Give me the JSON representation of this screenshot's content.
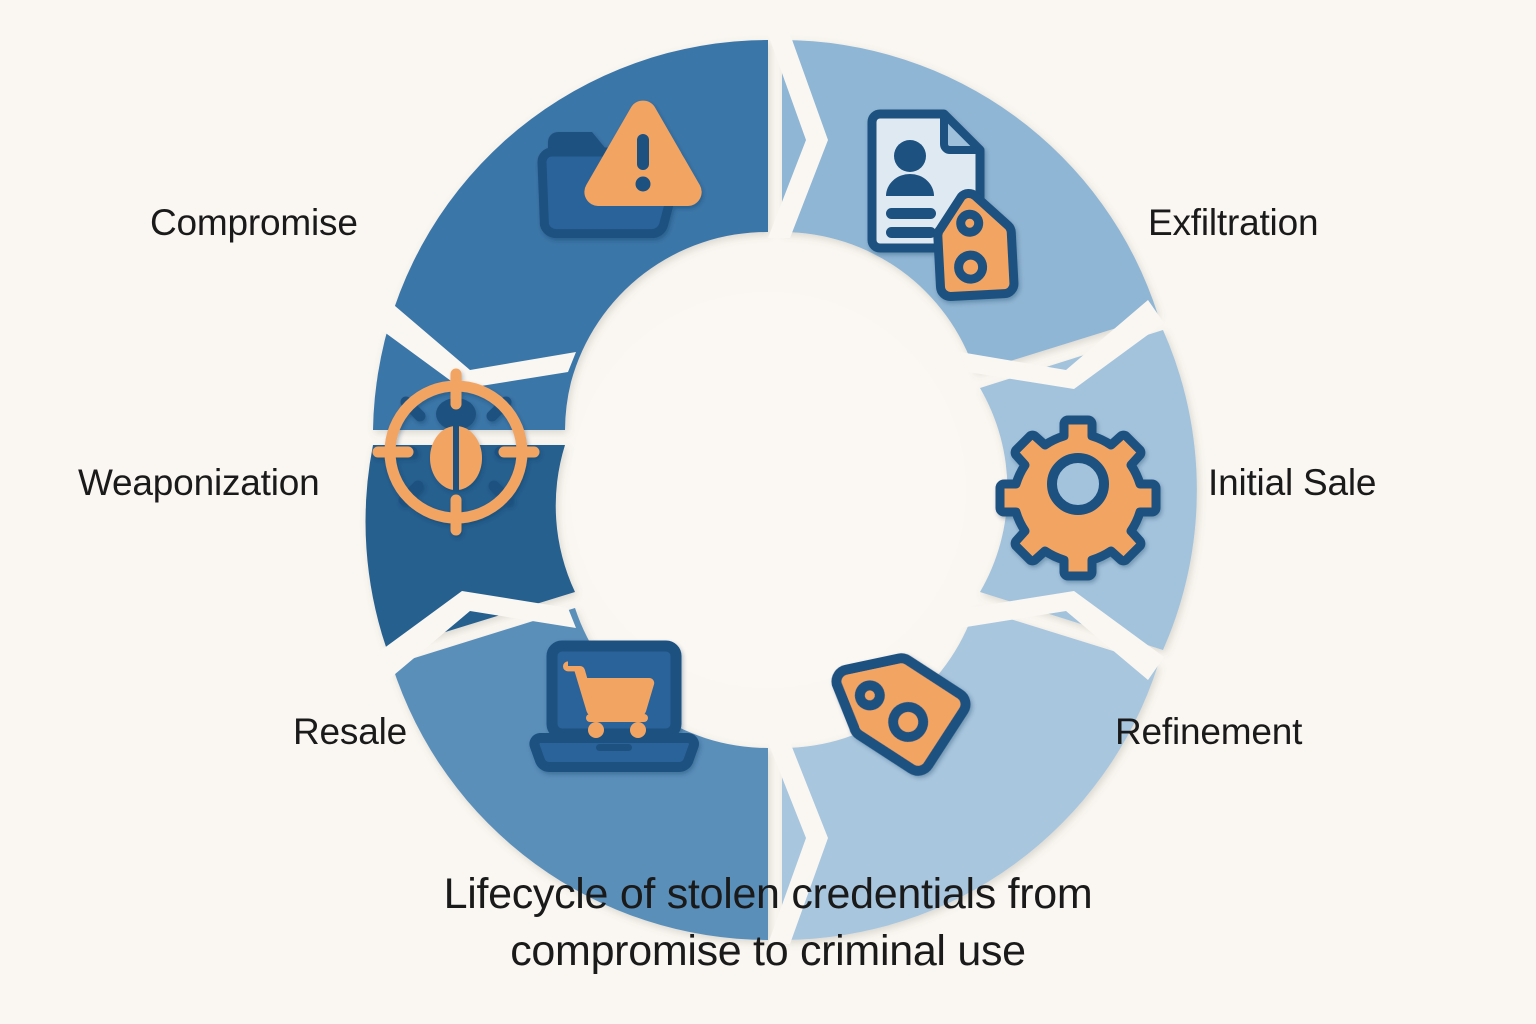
{
  "diagram": {
    "type": "cycle-donut",
    "title_caption_line1": "Lifecycle of stolen credentials from",
    "title_caption_line2": "compromise to criminal use",
    "background_color": "#faf7f2",
    "center_color": "#fbf8f3",
    "icon_dark_color": "#1e5180",
    "icon_accent_color": "#f2a464",
    "segments": [
      {
        "label": "Compromise",
        "color": "#3b76a8",
        "icon": "folder-warning-icon",
        "order": 1,
        "start_angle_deg": -90,
        "end_angle_deg": -30
      },
      {
        "label": "Exfiltration",
        "color": "#8fb6d4",
        "icon": "document-person-tag-icon",
        "order": 2,
        "start_angle_deg": -30,
        "end_angle_deg": 30
      },
      {
        "label": "Initial Sale",
        "color": "#a3c3dc",
        "icon": "gear-icon",
        "order": 3,
        "start_angle_deg": 30,
        "end_angle_deg": 90
      },
      {
        "label": "Refinement",
        "color": "#a8c6de",
        "icon": "price-tag-icon",
        "order": 4,
        "start_angle_deg": 90,
        "end_angle_deg": 150
      },
      {
        "label": "Resale",
        "color": "#5a8fba",
        "icon": "laptop-cart-icon",
        "order": 5,
        "start_angle_deg": 150,
        "end_angle_deg": 210
      },
      {
        "label": "Weaponization",
        "color": "#27618f",
        "icon": "bug-crosshair-icon",
        "order": 6,
        "start_angle_deg": 210,
        "end_angle_deg": 270
      }
    ]
  }
}
